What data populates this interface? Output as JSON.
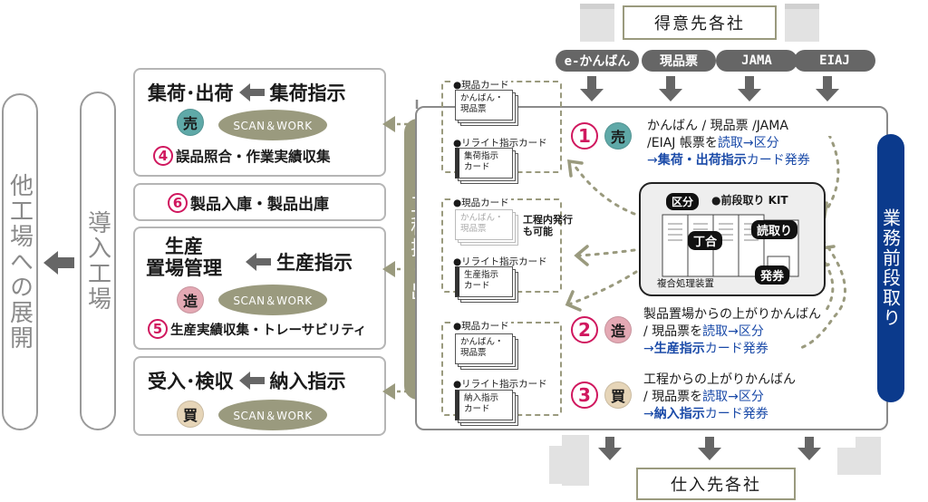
{
  "left": {
    "other_plants": "他工場への展開",
    "intro_plant": "導入工場"
  },
  "process_boxes": [
    {
      "title": "集荷･出荷",
      "instruction": "集荷指示",
      "seal": "売",
      "seal_color": "#5fa9a8",
      "scan_label": "SCAN＆WORK",
      "step_number": "4",
      "step_text": "誤品照合・作業実績収集"
    },
    {
      "step_number": "6",
      "step_text": "製品入庫・製品出庫"
    },
    {
      "title_line1": "生産",
      "title_line2": "置場管理",
      "instruction": "生産指示",
      "seal": "造",
      "seal_color": "#e4a9b4",
      "scan_label": "SCAN＆WORK",
      "step_number": "5",
      "step_text": "生産実績収集・トレーサビリティ"
    },
    {
      "title": "受入･検収",
      "instruction": "納入指示",
      "seal": "買",
      "seal_color": "#e6d5b8",
      "scan_label": "SCAN＆WORK"
    }
  ],
  "process_dispatch": "工程振り出し",
  "card_groups": [
    {
      "genpin_label": "●現品カード",
      "genpin_card": [
        "かんばん・",
        "現品票"
      ],
      "rewrite_label": "●リライト指示カード",
      "rewrite_card": [
        "集荷指示",
        "カード"
      ]
    },
    {
      "genpin_label": "●現品カード",
      "genpin_card": [
        "かんばん・",
        "現品票"
      ],
      "genpin_note": [
        "工程内発行",
        "も可能"
      ],
      "rewrite_label": "●リライト指示カード",
      "rewrite_card": [
        "生産指示",
        "カード"
      ]
    },
    {
      "genpin_label": "●現品カード",
      "genpin_card": [
        "かんばん・",
        "現品票"
      ],
      "rewrite_label": "●リライト指示カード",
      "rewrite_card": [
        "納入指示",
        "カード"
      ]
    }
  ],
  "customers": {
    "label": "得意先各社",
    "formats": [
      "e-かんばん",
      "現品票",
      "JAMA",
      "EIAJ"
    ]
  },
  "suppliers": {
    "label": "仕入先各社"
  },
  "pre_setup": "業務前段取り",
  "steps": [
    {
      "number": "1",
      "seal": "売",
      "line1": "かんばん / 現品票 /JAMA",
      "line2_prefix": "/EIAJ 帳票を",
      "line2_blue": "読取→区分",
      "line3_arrow": "→",
      "line3_bold": "集荷・出荷指示",
      "line3_suffix": "カード発券"
    },
    {
      "number": "2",
      "seal": "造",
      "line1": "製品置場からの上がりかんばん",
      "line2_prefix": "/ 現品票を",
      "line2_blue": "読取→区分",
      "line3_arrow": "→",
      "line3_bold": "生産指示",
      "line3_suffix": "カード発券"
    },
    {
      "number": "3",
      "seal": "買",
      "line1": "工程からの上がりかんばん",
      "line2_prefix": "/ 現品票を",
      "line2_blue": "読取→区分",
      "line3_arrow": "→",
      "line3_bold": "納入指示",
      "line3_suffix": "カード発券"
    }
  ],
  "machine": {
    "kit_label": "●前段取り KIT",
    "tags": {
      "sort": "区分",
      "collate": "丁合",
      "read": "読取り",
      "issue": "発券"
    },
    "caption": "複合処理装置"
  },
  "colors": {
    "olive": "#9a9a7e",
    "navy": "#0b3a8c",
    "magenta": "#d0175e",
    "link_blue": "#1a4aa8",
    "gray_arrow": "#666666"
  }
}
